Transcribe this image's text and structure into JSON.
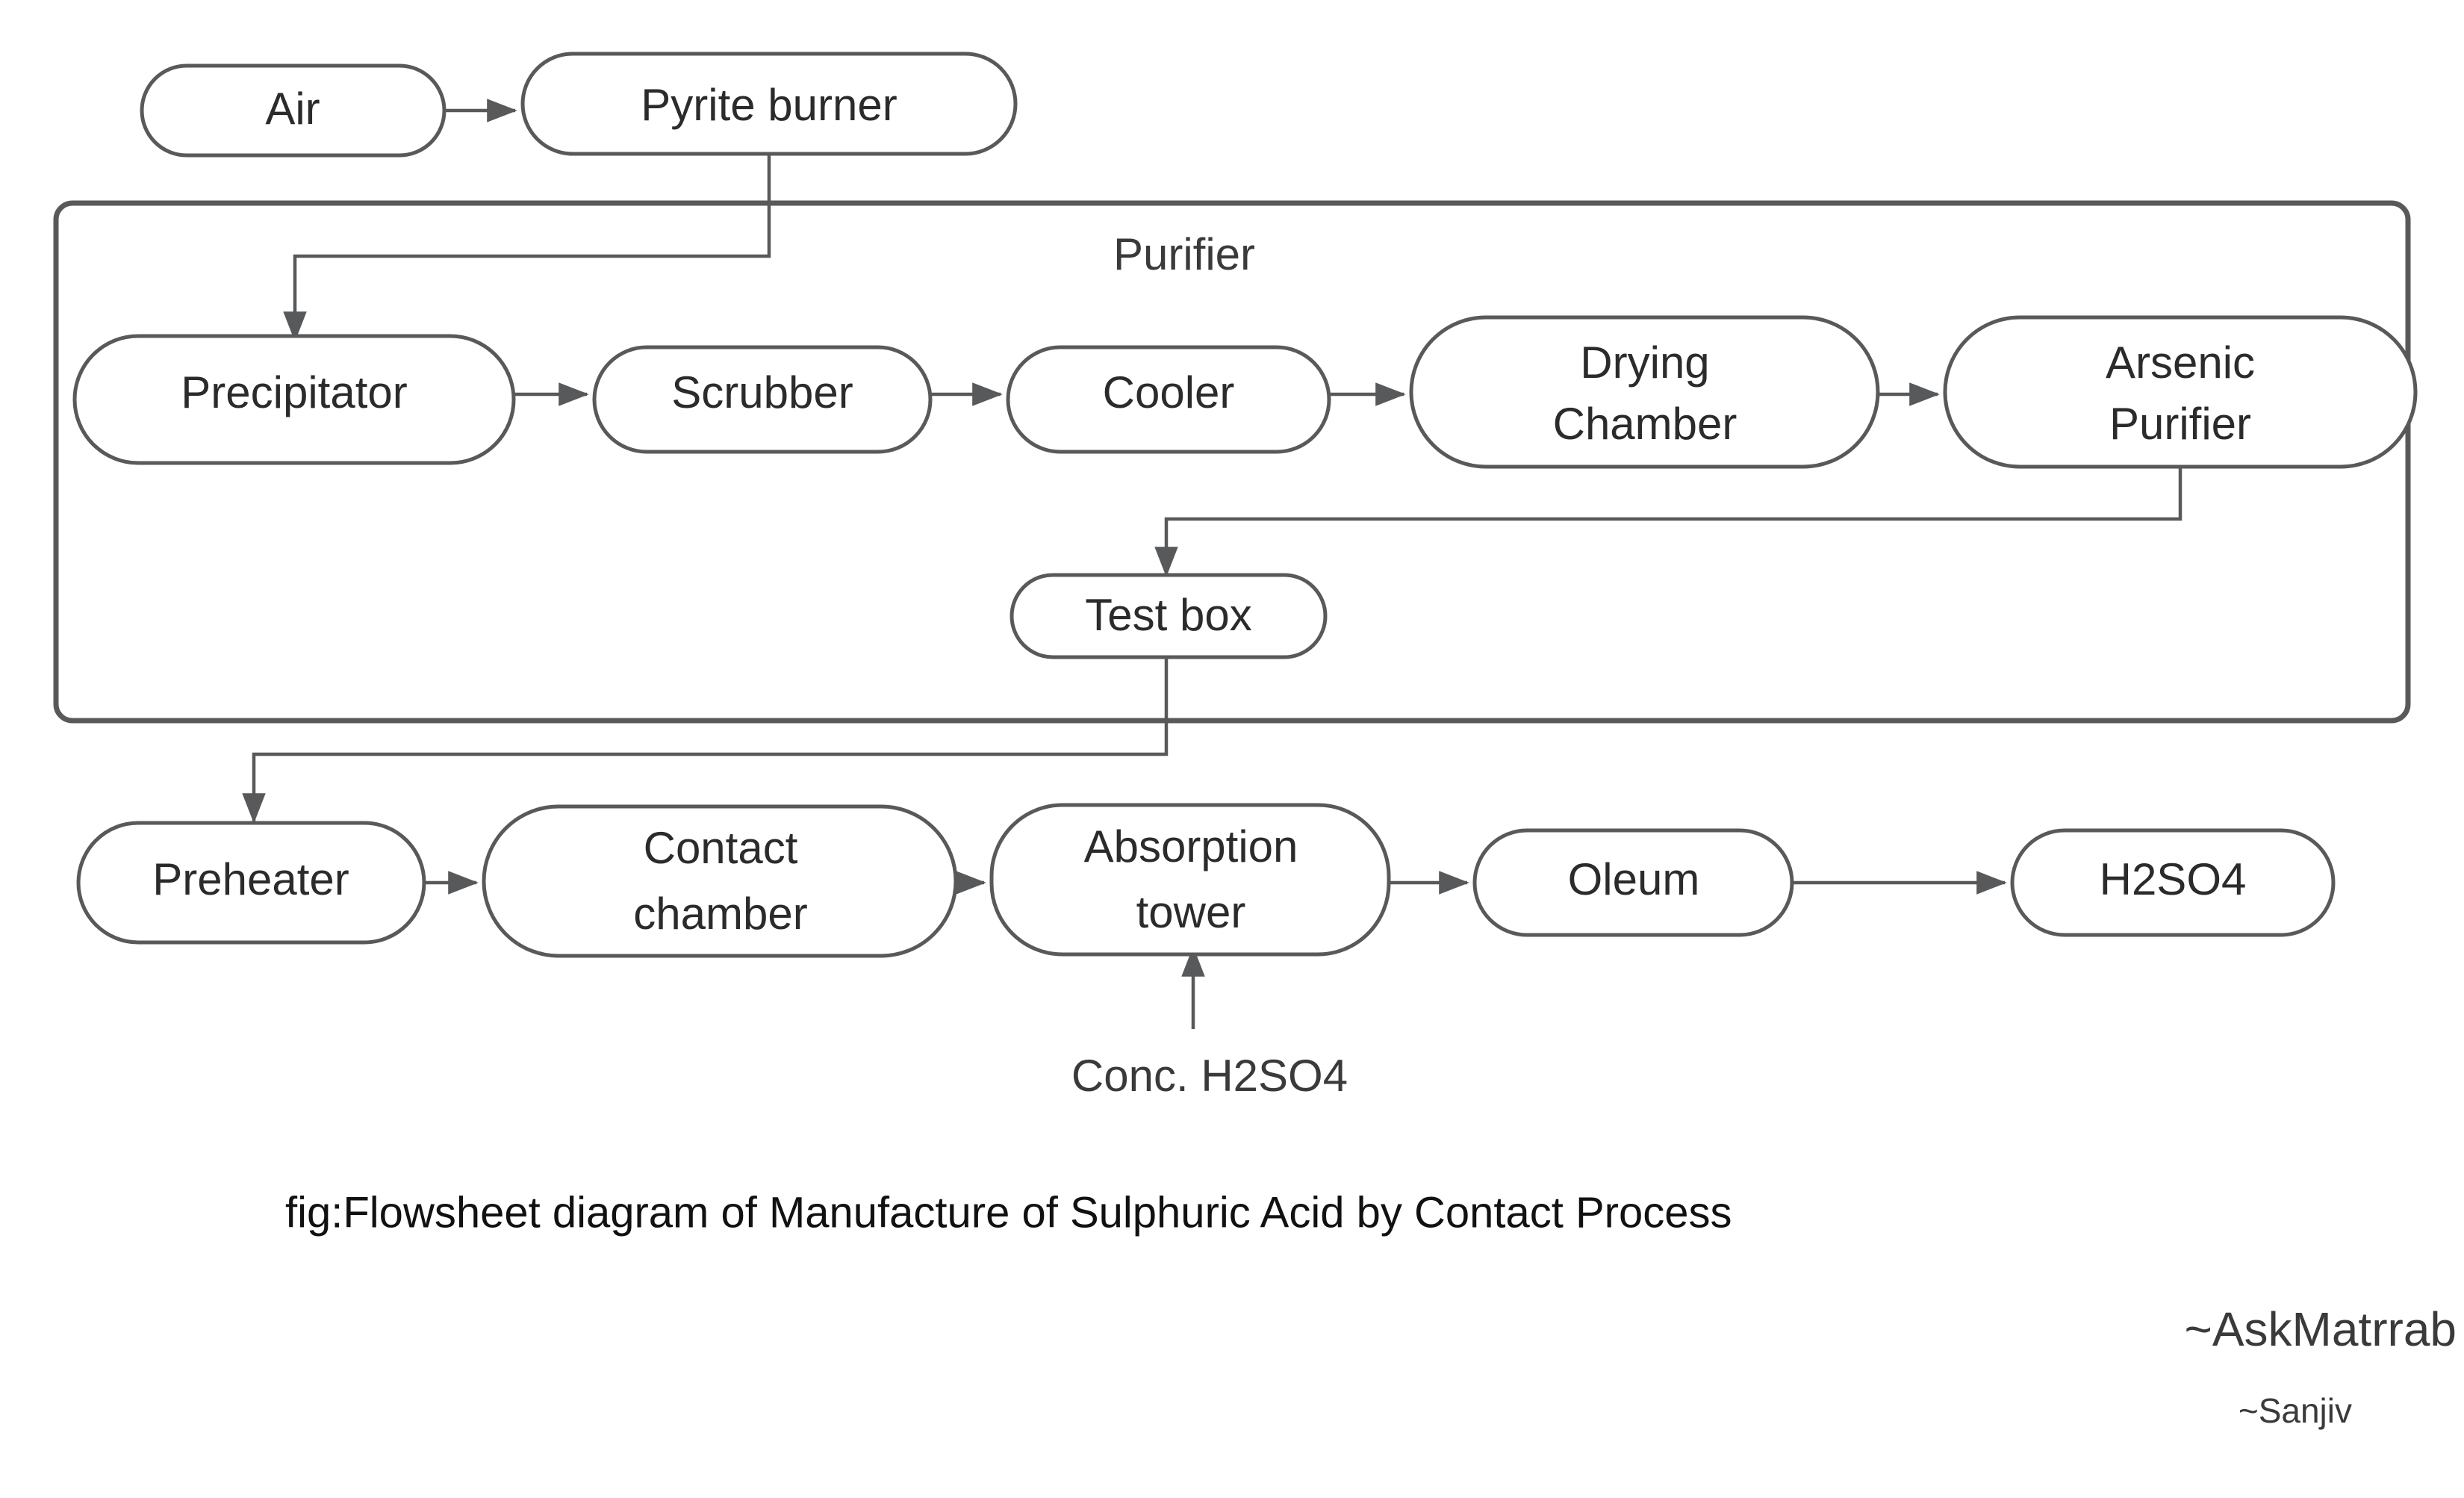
{
  "diagram": {
    "title": "fig:Flowsheet diagram of Manufacture of Sulphuric Acid by Contact Process",
    "group_label": "Purifier",
    "accent_stroke": "#58595b",
    "text_color": "#2b2b2b",
    "background": "#ffffff",
    "nodes": {
      "air": "Air",
      "pyrite_burner": "Pyrite burner",
      "precipitator": "Precipitator",
      "scrubber": "Scrubber",
      "cooler": "Cooler",
      "drying_chamber_line1": "Drying",
      "drying_chamber_line2": "Chamber",
      "arsenic_purifier_line1": "Arsenic",
      "arsenic_purifier_line2": "Purifier",
      "test_box": "Test box",
      "preheater": "Preheater",
      "contact_chamber_line1": "Contact",
      "contact_chamber_line2": "chamber",
      "absorption_tower_line1": "Absorption",
      "absorption_tower_line2": "tower",
      "oleum": "Oleum",
      "h2so4": "H2SO4"
    },
    "free_labels": {
      "conc_h2so4": "Conc. H2SO4"
    },
    "credits": {
      "handle": "~AskMatrrab",
      "author": "~Sanjiv"
    }
  }
}
